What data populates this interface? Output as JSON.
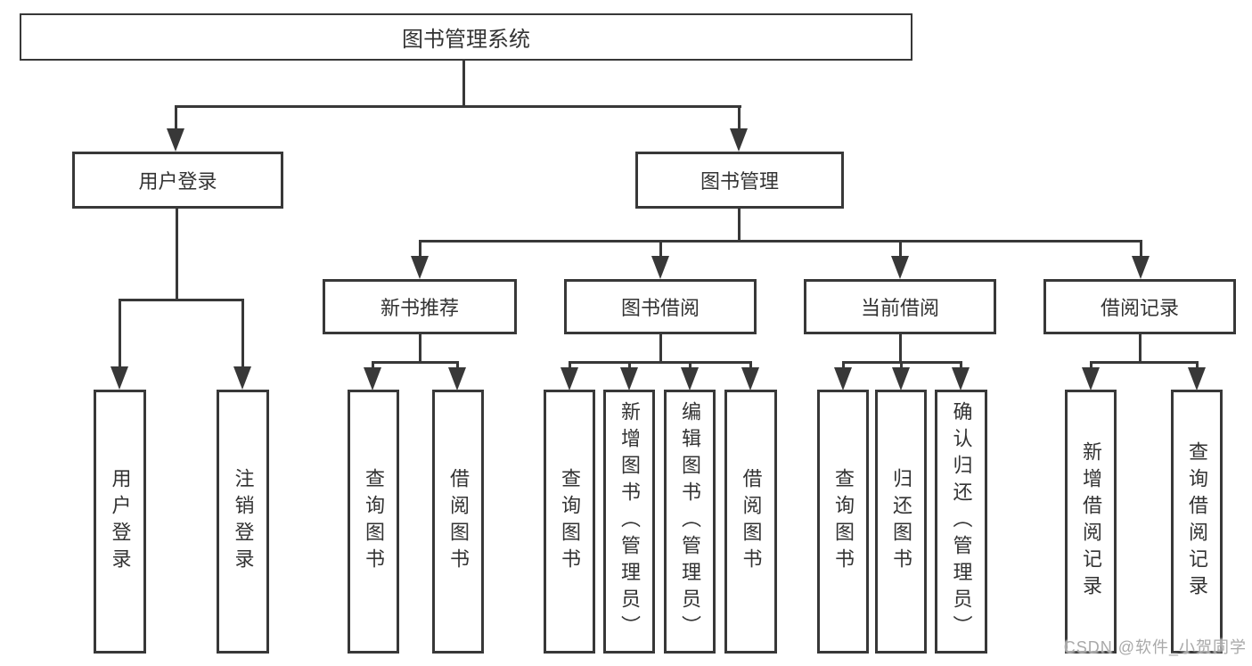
{
  "tree": {
    "root": "图书管理系统",
    "level2": {
      "user_login": "用户登录",
      "book_mgmt": "图书管理"
    },
    "level3": {
      "new_books": "新书推荐",
      "borrowing": "图书借阅",
      "current": "当前借阅",
      "records": "借阅记录"
    },
    "leaves": {
      "user_login": [
        "用户登录",
        "注销登录"
      ],
      "new_books": [
        "查询图书",
        "借阅图书"
      ],
      "borrowing": [
        "查询图书",
        "新增图书（管理员）",
        "编辑图书（管理员）",
        "借阅图书"
      ],
      "current": [
        "查询图书",
        "归还图书",
        "确认归还（管理员）"
      ],
      "records": [
        "新增借阅记录",
        "查询借阅记录"
      ]
    }
  },
  "watermark": "CSDN @软件_小贺同学",
  "colors": {
    "line": "#383838",
    "text": "#333333",
    "background": "#ffffff",
    "watermark": "#a9a9a9"
  }
}
